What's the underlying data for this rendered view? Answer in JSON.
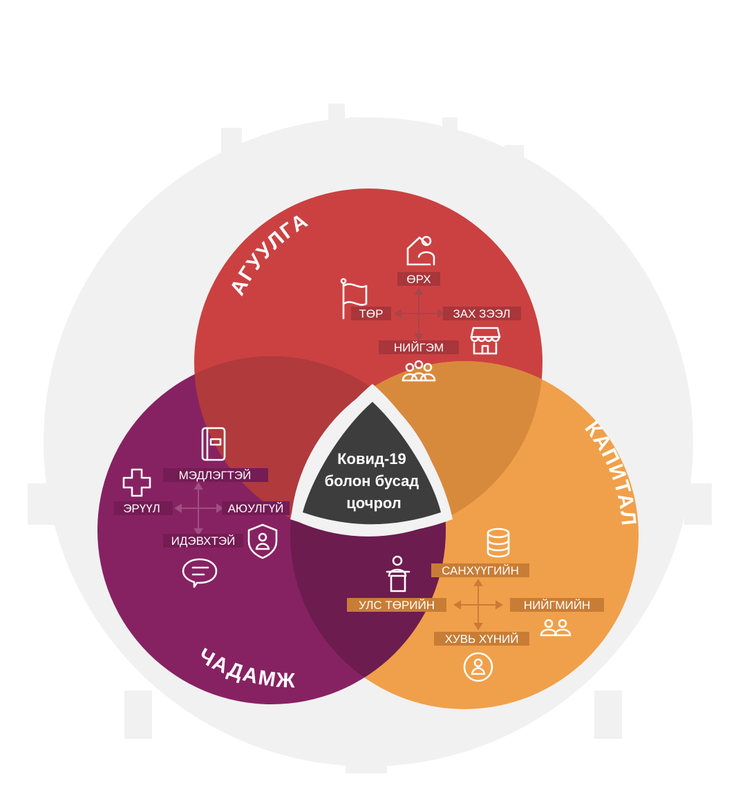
{
  "center": {
    "lines": [
      "Ковид-19",
      "болон бусад",
      "цочрол"
    ]
  },
  "circles": {
    "content": {
      "title": "АГУУЛГА",
      "color": "#cb4141",
      "labels": {
        "top": "ӨРХ",
        "left": "ТӨР",
        "right": "ЗАХ ЗЭЭЛ",
        "bottom": "НИЙГЭМ"
      },
      "icons": [
        "house-person-icon",
        "flag-icon",
        "shop-icon",
        "group-icon"
      ]
    },
    "capital": {
      "title": "КАПИТАЛ",
      "color": "#f0a04a",
      "labels": {
        "top": "САНХҮҮГИЙН",
        "left": "УЛС ТӨРИЙН",
        "right": "НИЙГМИЙН",
        "bottom": "ХУВЬ ХҮНИЙ"
      },
      "icons": [
        "database-icon",
        "speaker-podium-icon",
        "people-pair-icon",
        "person-circle-icon"
      ]
    },
    "capacity": {
      "title": "ЧАДАМЖ",
      "color": "#872262",
      "labels": {
        "top": "МЭДЛЭГТЭЙ",
        "left": "ЭРҮҮЛ",
        "right": "АЮУЛГҮЙ",
        "bottom": "ИДЭВХТЭЙ"
      },
      "icons": [
        "book-icon",
        "medical-cross-icon",
        "shield-person-icon",
        "speech-bubble-icon"
      ]
    }
  },
  "colors": {
    "background_silhouette": "#f1f1f1",
    "center_fill": "#3d3d3d",
    "center_border": "#f2f2f2"
  }
}
